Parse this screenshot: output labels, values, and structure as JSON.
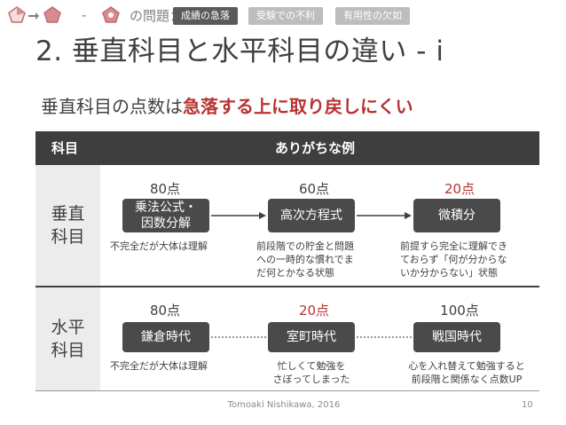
{
  "header": {
    "dash": "-",
    "problem_label": "の問題：",
    "tags": [
      "成績の急落",
      "受験での不利",
      "有用性の欠如"
    ]
  },
  "title": "2. 垂直科目と水平科目の違い - i",
  "subtitle": {
    "prefix": "垂直科目の点数は",
    "highlight": "急落する上に取り戻しにくい"
  },
  "table": {
    "col_subject": "科目",
    "col_example": "ありがちな例",
    "rows": [
      {
        "label": "垂直\n科目",
        "items": [
          {
            "score": "80点",
            "box": "乗法公式・\n因数分解",
            "desc": "不完全だが大体は理解"
          },
          {
            "score": "60点",
            "box": "高次方程式",
            "desc": "前段階での貯金と問題\nへの一時的な慣れでま\nだ何とかなる状態"
          },
          {
            "score": "20点",
            "box": "微積分",
            "desc": "前提すら完全に理解でき\nておらず「何が分からな\nいか分からない」状態"
          }
        ]
      },
      {
        "label": "水平\n科目",
        "items": [
          {
            "score": "80点",
            "box": "鎌倉時代",
            "desc": "不完全だが大体は理解"
          },
          {
            "score": "20点",
            "box": "室町時代",
            "desc": "忙しくて勉強を\nさぼってしまった"
          },
          {
            "score": "100点",
            "box": "戦国時代",
            "desc": "心を入れ替えて勉強すると\n前段階と関係なく点数UP"
          }
        ]
      }
    ]
  },
  "footer": {
    "credit": "Tomoaki Nishikawa, 2016",
    "page": "10"
  },
  "colors": {
    "accent_red": "#b83232",
    "dark": "#404040",
    "pentagon_pink": "#d98b93"
  }
}
